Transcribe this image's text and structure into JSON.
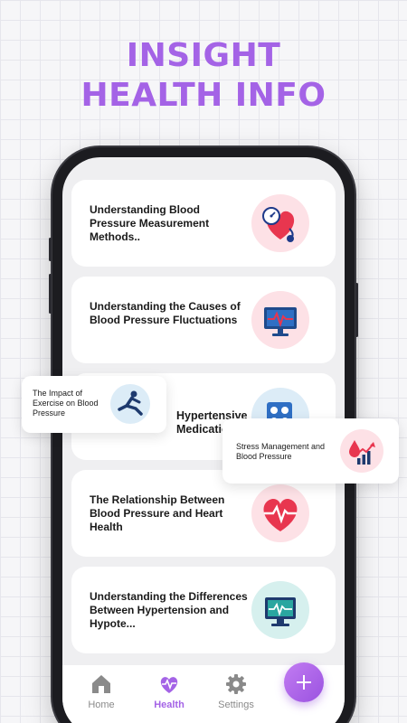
{
  "headline": {
    "line1": "INSIGHT",
    "line2": "HEALTH INFO"
  },
  "articles": [
    {
      "title": "Understanding Blood Pressure Measurement Methods..",
      "icon": "heart-gauge-icon"
    },
    {
      "title": "Understanding the Causes of Blood Pressure Fluctuations",
      "icon": "monitor-pulse-icon"
    },
    {
      "title": "Hypertensive Medications",
      "icon": "pill-pack-icon"
    },
    {
      "title": "The Relationship Between Blood Pressure and Heart Health",
      "icon": "heart-pulse-icon"
    },
    {
      "title": "Understanding the Differences Between Hypertension and Hypote...",
      "icon": "ecg-monitor-icon"
    }
  ],
  "floating_cards": [
    {
      "title": "The Impact of Exercise on Blood Pressure",
      "icon": "exercise-icon"
    },
    {
      "title": "Stress Management and Blood Pressure",
      "icon": "blood-drop-chart-icon"
    }
  ],
  "nav": {
    "items": [
      {
        "label": "Home",
        "icon": "home-icon"
      },
      {
        "label": "Health",
        "icon": "heart-pulse-icon"
      },
      {
        "label": "Settings",
        "icon": "gear-icon"
      }
    ],
    "active": "Health",
    "fab_icon": "plus-icon"
  },
  "colors": {
    "accent": "#a463e6",
    "icon_bg_pink": "#fde1e6",
    "icon_bg_blue": "#dcecf7",
    "icon_bg_teal": "#d6f0ee",
    "heart_red": "#e8364f"
  }
}
